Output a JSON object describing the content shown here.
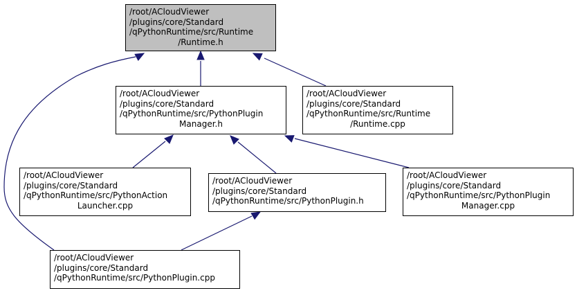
{
  "diagram": {
    "nodes": [
      {
        "id": "runtime_h",
        "focus": true,
        "lines": [
          "/root/ACloudViewer",
          "/plugins/core/Standard",
          "/qPythonRuntime/src/Runtime",
          "/Runtime.h"
        ]
      },
      {
        "id": "plugin_manager_h",
        "focus": false,
        "lines": [
          "/root/ACloudViewer",
          "/plugins/core/Standard",
          "/qPythonRuntime/src/PythonPlugin",
          "Manager.h"
        ]
      },
      {
        "id": "runtime_cpp",
        "focus": false,
        "lines": [
          "/root/ACloudViewer",
          "/plugins/core/Standard",
          "/qPythonRuntime/src/Runtime",
          "/Runtime.cpp"
        ]
      },
      {
        "id": "action_launcher_cpp",
        "focus": false,
        "lines": [
          "/root/ACloudViewer",
          "/plugins/core/Standard",
          "/qPythonRuntime/src/PythonAction",
          "Launcher.cpp"
        ]
      },
      {
        "id": "python_plugin_h",
        "focus": false,
        "lines": [
          "/root/ACloudViewer",
          "/plugins/core/Standard",
          "/qPythonRuntime/src/PythonPlugin.h"
        ]
      },
      {
        "id": "plugin_manager_cpp",
        "focus": false,
        "lines": [
          "/root/ACloudViewer",
          "/plugins/core/Standard",
          "/qPythonRuntime/src/PythonPlugin",
          "Manager.cpp"
        ]
      },
      {
        "id": "python_plugin_cpp",
        "focus": false,
        "lines": [
          "/root/ACloudViewer",
          "/plugins/core/Standard",
          "/qPythonRuntime/src/PythonPlugin.cpp"
        ]
      }
    ],
    "edges": [
      {
        "from": "runtime_h",
        "to": "plugin_manager_h"
      },
      {
        "from": "runtime_h",
        "to": "runtime_cpp"
      },
      {
        "from": "runtime_h",
        "to": "python_plugin_cpp"
      },
      {
        "from": "plugin_manager_h",
        "to": "action_launcher_cpp"
      },
      {
        "from": "plugin_manager_h",
        "to": "python_plugin_h"
      },
      {
        "from": "plugin_manager_h",
        "to": "plugin_manager_cpp"
      },
      {
        "from": "python_plugin_h",
        "to": "python_plugin_cpp"
      }
    ],
    "colors": {
      "edge": "#191970",
      "focus_fill": "#bfbfbf",
      "node_fill": "#ffffff",
      "border": "#000000"
    }
  }
}
